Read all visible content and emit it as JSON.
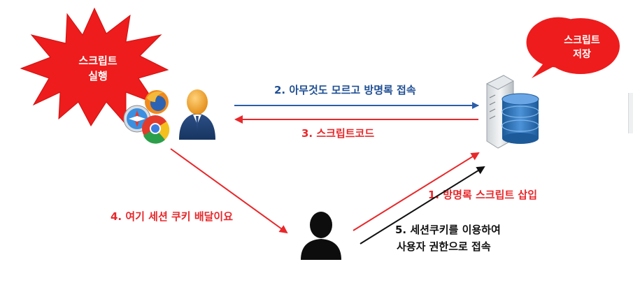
{
  "burst": {
    "line1": "스크립트",
    "line2": "실행"
  },
  "bubble": {
    "line1": "스크립트",
    "line2": "저장"
  },
  "arrows": {
    "step2": "2. 아무것도 모르고 방명록 접속",
    "step3": "3. 스크립트코드",
    "step4": "4. 여기 세션 쿠키 배달이요",
    "step1": "1. 방명록 스크립트 삽입",
    "step5_line1": "5. 세션쿠키를 이용하여",
    "step5_line2": "사용자 권한으로 접속"
  },
  "colors": {
    "red": "#e8282b",
    "blue": "#2a5ea8",
    "black": "#111111",
    "burst_fill": "#ee1c1c",
    "bubble_fill": "#ee1c1c"
  },
  "icons": {
    "browsers": [
      "safari-icon",
      "firefox-icon",
      "chrome-icon"
    ],
    "victim": "user-icon",
    "server": "server-database-icon",
    "attacker": "attacker-silhouette-icon"
  }
}
